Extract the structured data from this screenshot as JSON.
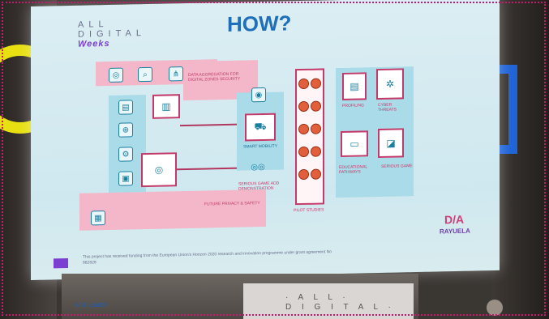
{
  "slide": {
    "title": "HOW?",
    "logo_line1": "ALL",
    "logo_line2": "DIGITAL",
    "logo_line3": "Weeks",
    "brand": "RAYUELA",
    "brand_icon": "D/A",
    "boxes": {
      "pink_top_label": "DATA AGGREGATION FOR DIGITAL ZONES SECURITY",
      "center_label": "SMART MOBILITY",
      "right_label_1": "PROFILING",
      "right_label_2": "CYBER THREATS",
      "right_label_3": "EDUCATIONAL PATHWAYS",
      "right_label_4": "SERIOUS GAME",
      "pilot_label": "PILOT STUDIES",
      "bottom_left_label": "FUTURE PRIVACY & SAFETY",
      "bottom_blue_label": "SERIOUS GAME ADD DEMONSTRATION"
    },
    "funding": "This project has received funding from the European Union's Horizon 2020 research and innovation programme under grant agreement No 882828"
  },
  "podium": {
    "text_line1": "· A L L ·",
    "text_line2": "D I G I T A L ·",
    "hashtag": "#AllDigitalEU"
  },
  "colors": {
    "title_blue": "#1f6fb8",
    "accent_pink": "#c23a6a",
    "pink_area": "#f3b7c9",
    "blue_area": "#a9dbe8",
    "purple": "#7b3fd1",
    "ring_yellow": "#e8e011",
    "square_blue": "#1f63d8",
    "frame_dotted": "#c8196e"
  }
}
